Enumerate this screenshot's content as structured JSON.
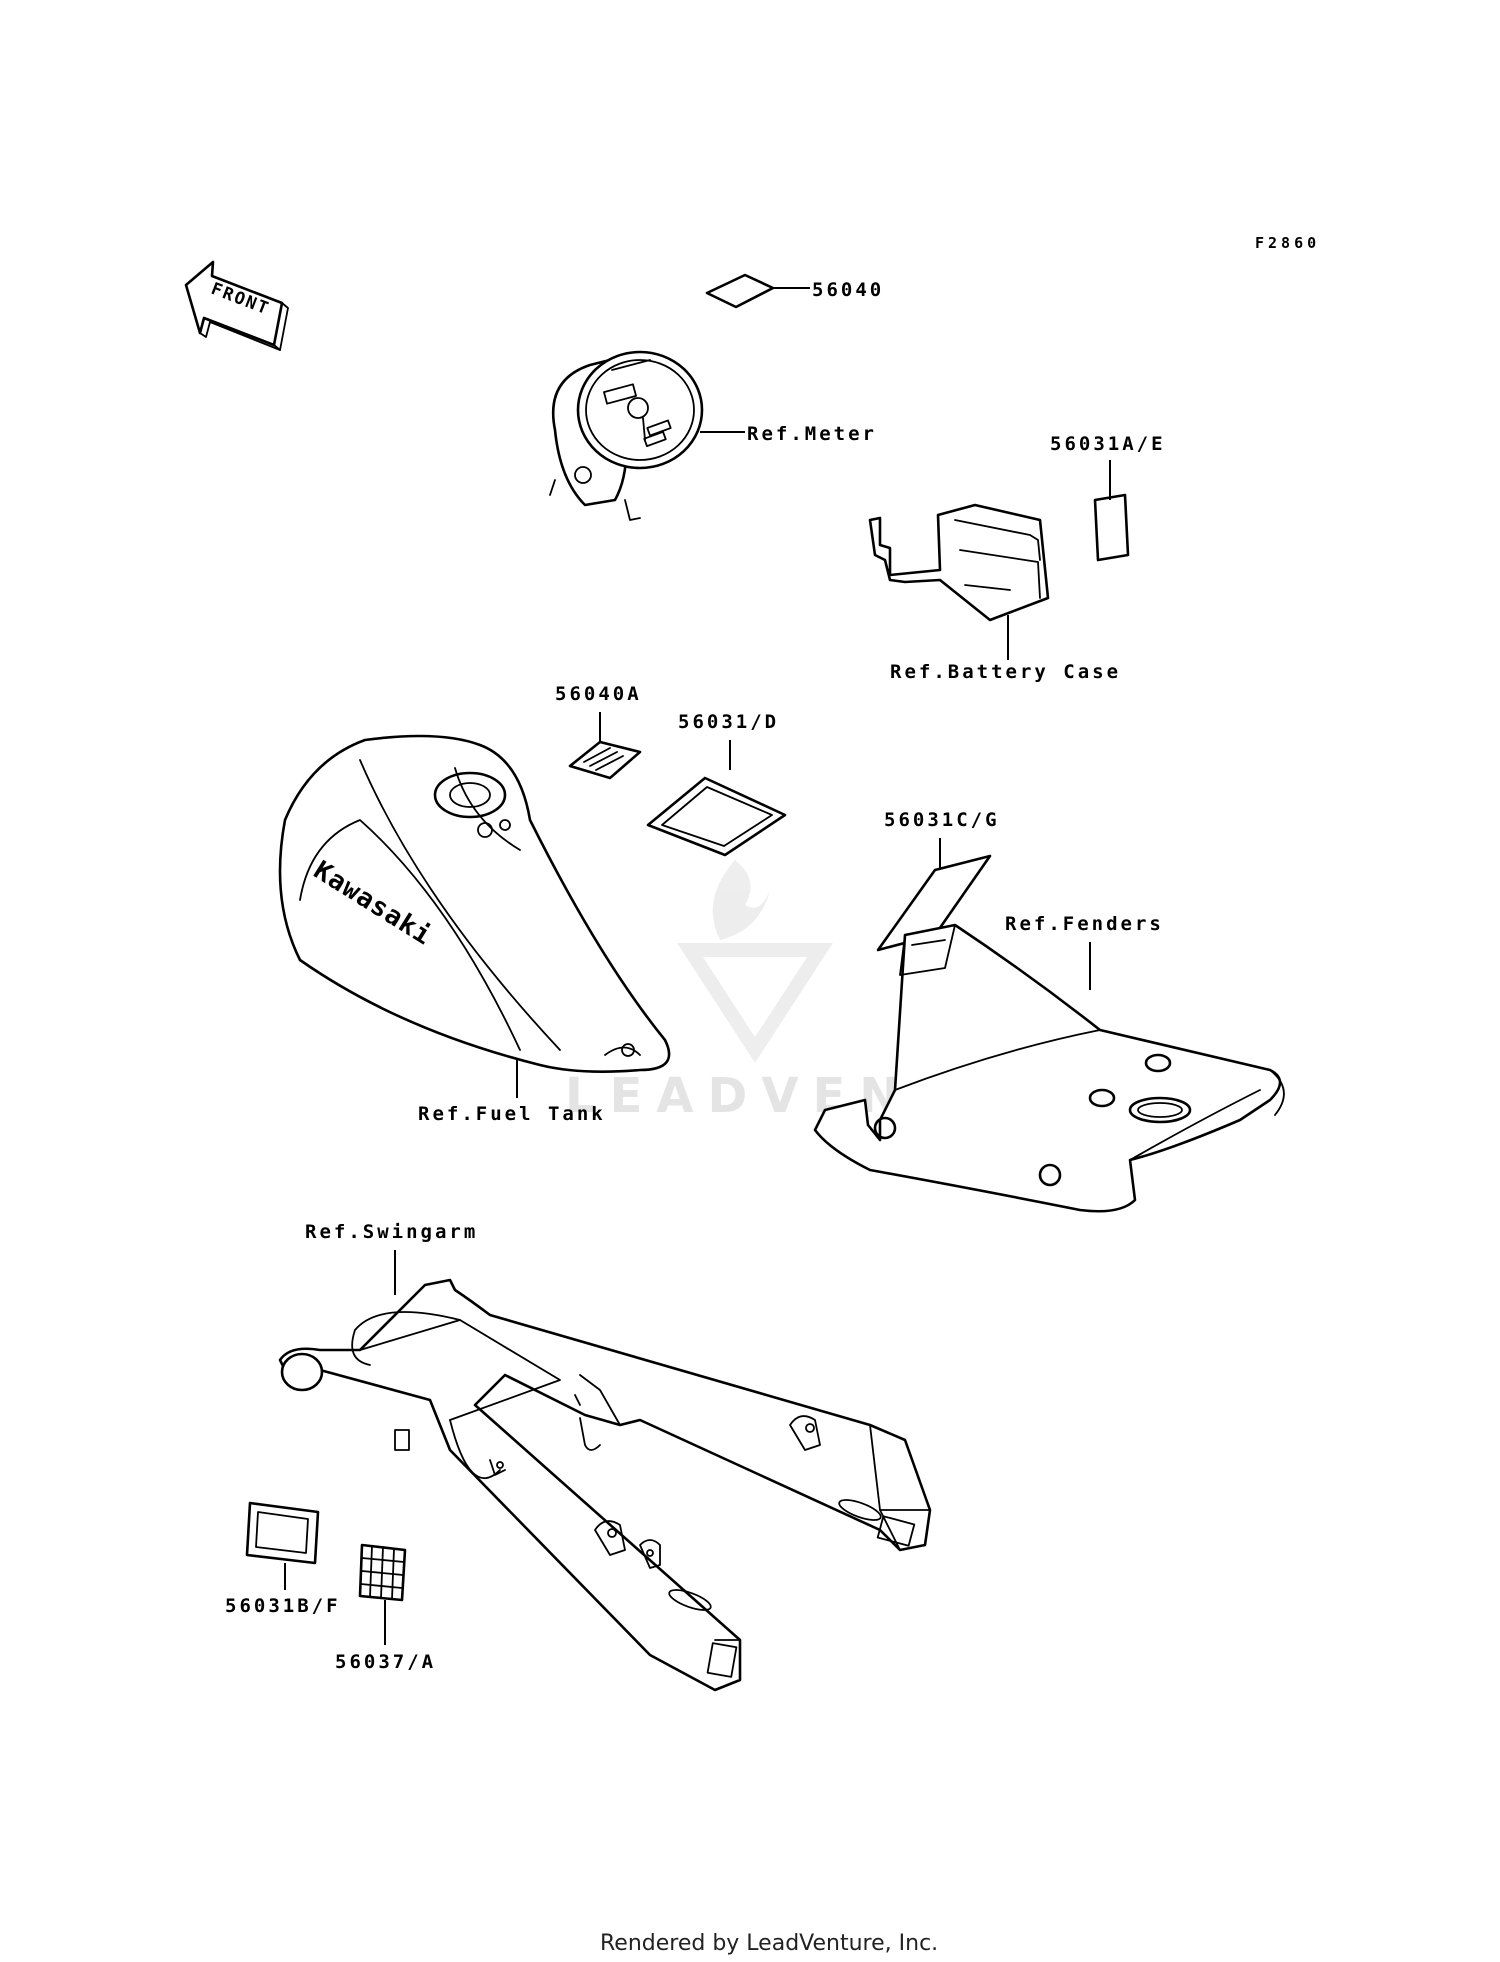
{
  "figure_code": "F2860",
  "front_arrow_label": "FRONT",
  "tank_logo": "Kawasaki",
  "watermark": "LEADVENTURE",
  "footer": "Rendered by LeadVenture, Inc.",
  "labels": {
    "l_56040": "56040",
    "ref_meter": "Ref.Meter",
    "l_56031ae": "56031A/E",
    "ref_battery_case": "Ref.Battery Case",
    "l_56040a": "56040A",
    "l_56031d": "56031/D",
    "l_56031cg": "56031C/G",
    "ref_fenders": "Ref.Fenders",
    "ref_fuel_tank": "Ref.Fuel Tank",
    "ref_swingarm": "Ref.Swingarm",
    "l_56031bf": "56031B/F",
    "l_56037a": "56037/A"
  }
}
